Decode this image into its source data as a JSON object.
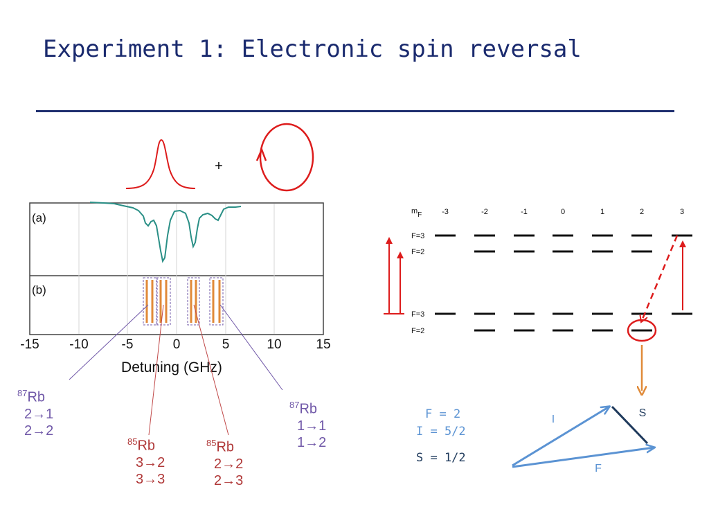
{
  "title": "Experiment 1: Electronic spin reversal",
  "plus_sign": "+",
  "spectrum": {
    "panel_a_label": "(a)",
    "panel_b_label": "(b)",
    "x_ticks": [
      "-15",
      "-10",
      "-5",
      "0",
      "5",
      "10",
      "15"
    ],
    "xlabel": "Detuning (GHz)"
  },
  "transitions": {
    "rb87_left": {
      "mass": "87",
      "element": "Rb",
      "lines": [
        "2→1",
        "2→2"
      ],
      "color": "#7058a8"
    },
    "rb85_left": {
      "mass": "85",
      "element": "Rb",
      "lines": [
        "3→2",
        "3→3"
      ],
      "color": "#b03838"
    },
    "rb85_right": {
      "mass": "85",
      "element": "Rb",
      "lines": [
        "2→2",
        "2→3"
      ],
      "color": "#b03838"
    },
    "rb87_right": {
      "mass": "87",
      "element": "Rb",
      "lines": [
        "1→1",
        "1→2"
      ],
      "color": "#7058a8"
    }
  },
  "levels": {
    "mf_label": "m",
    "mf_sub": "F",
    "mf_values": [
      "-3",
      "-2",
      "-1",
      "0",
      "1",
      "2",
      "3"
    ],
    "upper_f3": "F=3",
    "upper_f2": "F=2",
    "lower_f3": "F=3",
    "lower_f2": "F=2"
  },
  "quantum_numbers": {
    "F": "F = 2",
    "I": "I = 5/2",
    "S": "S = 1/2"
  },
  "vectors": {
    "I_label": "I",
    "S_label": "S",
    "F_label": "F"
  },
  "colors": {
    "title": "#1a2a6e",
    "red": "#dd1c1c",
    "teal": "#2a8f86",
    "orange": "#e08a38",
    "blue": "#5b93d3",
    "navy": "#1f3a5c",
    "purple": "#7058a8"
  }
}
